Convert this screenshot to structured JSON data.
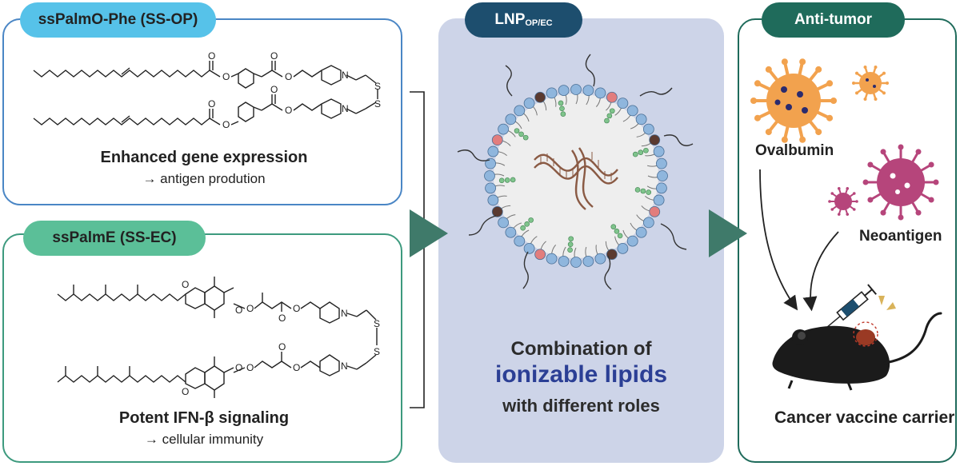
{
  "panels": {
    "op": {
      "title": "ssPalmO-Phe (SS-OP)",
      "caption_main": "Enhanced gene expression",
      "caption_sub": "→ antigen prodution"
    },
    "ec": {
      "title": "ssPalmE (SS-EC)",
      "caption_main": "Potent IFN-β signaling",
      "caption_sub": "→ cellular immunity"
    },
    "lnp": {
      "title_main": "LNP",
      "title_sub": "OP/EC",
      "line1": "Combination of",
      "line2": "ionizable lipids",
      "line3": "with different roles"
    },
    "antitumor": {
      "title": "Anti-tumor",
      "label_ovalbumin": "Ovalbumin",
      "label_neoantigen": "Neoantigen",
      "label_carrier": "Cancer vaccine carrier"
    }
  },
  "structure_atoms": {
    "oxygen": "O",
    "nitrogen": "N",
    "sulfur": "S"
  },
  "colors": {
    "op_accent": "#56c2e9",
    "ec_accent": "#5bbf98",
    "lnp_bg": "#cdd4e8",
    "lnp_header": "#1d4e6e",
    "antitumor_header": "#1f6b5b",
    "highlight_text": "#2b3f95",
    "arrow": "#3f7a6a",
    "ovalbumin": "#f2a24e",
    "neoantigen": "#b6457b"
  }
}
